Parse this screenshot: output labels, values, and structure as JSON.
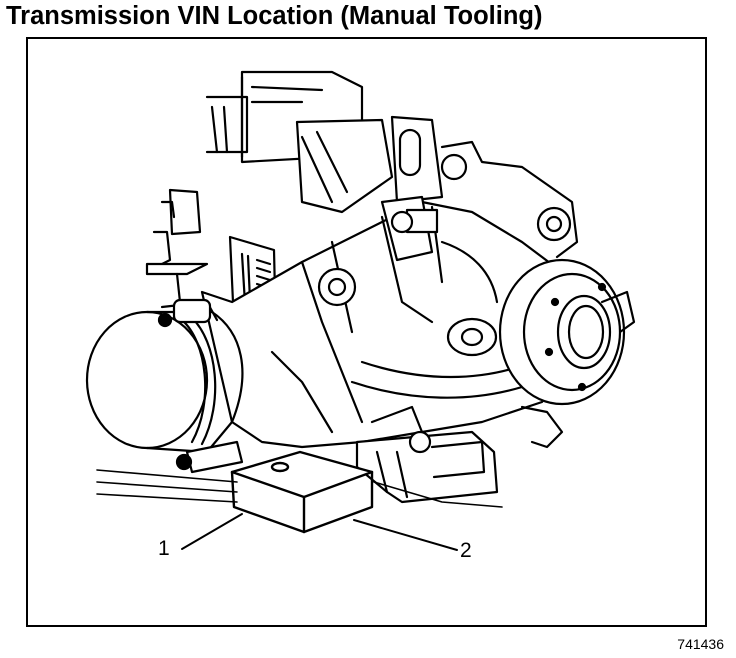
{
  "title": "Transmission VIN Location (Manual Tooling)",
  "callouts": [
    {
      "label": "1"
    },
    {
      "label": "2"
    }
  ],
  "figure_number": "741436"
}
